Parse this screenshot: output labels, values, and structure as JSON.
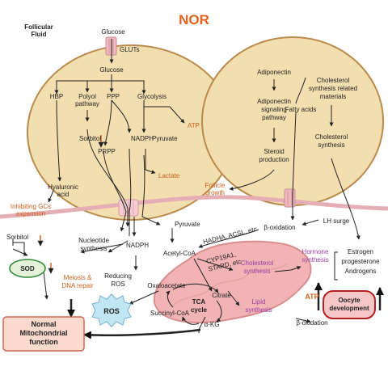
{
  "title": "NOR",
  "colors": {
    "title": "#e2621b",
    "cell_fill": "#f3deb0",
    "cell_stroke": "#b98a4c",
    "membrane": "#e5aeb4",
    "mito_fill": "#f1b3b3",
    "mito_stroke": "#d98d8d",
    "orange_text": "#cc5f1a",
    "purple_text": "#9a3fa8",
    "green": "#2f8a3a",
    "sod_fill": "#e3f2d8",
    "ros_fill": "#c3e6f4",
    "box_fill": "#fbd9cd",
    "box_stroke": "#d3694e",
    "oocyte_fill": "#f7c6c6",
    "oocyte_stroke": "#b51f1f"
  },
  "labels": {
    "follicular_fluid": [
      "Follicular",
      "Fluid"
    ],
    "glucose_top": "Glucose",
    "gluts": "GLUTs",
    "glucose": "Glucose",
    "hbp": "HBP",
    "polyol": [
      "Polyol",
      "pathway"
    ],
    "ppp": "PPP",
    "glycolysis": "Glycolysis",
    "atp_top": "ATP",
    "sorbitol_in": "Sorbitol",
    "prpp": "PRPP",
    "nadph_in": "NADPH",
    "pyruvate_in": "Pyruvate",
    "lactate": "Lactate",
    "hyaluronic": [
      "Hyaluronic",
      "acid"
    ],
    "inhibiting": [
      "Inhibiting GCs",
      "expansion"
    ],
    "adiponectin": "Adiponectin",
    "adipo_path": [
      "Adiponectin",
      "signaling",
      "pathway"
    ],
    "steroid": [
      "Steroid",
      "production"
    ],
    "cholesterol_related": [
      "Cholesterol",
      "synthesis related",
      "materials"
    ],
    "fatty_acids": "Fatty acids",
    "chol_synth_right": [
      "Cholesterol",
      "synthesis"
    ],
    "follicle_growth": [
      "Follicle",
      "growth"
    ],
    "lh_surge": "LH surge",
    "beta_ox_top": "β-oxidation",
    "pyruvate_out": "Pyruvate",
    "hadha": "HADHA, ACSL, etc",
    "acetyl_coa": "Acetyl-CoA",
    "cyp": [
      "CYP19A1,",
      "STARD, etc"
    ],
    "chol_synth_mito": [
      "Cholesterol",
      "synthesis"
    ],
    "hormone_synth": [
      "Hormone",
      "synthesis"
    ],
    "hormones": [
      "Estrogen",
      "progesterone",
      "Androgens"
    ],
    "sorbitol_out": "Sorbitol",
    "nucleotide": [
      "Nucleotide",
      "synthesis"
    ],
    "nadph_out": "NADPH",
    "reducing_ros": [
      "Reducing",
      "ROS"
    ],
    "sod": "SOD",
    "meiosis": [
      "Meiosis &",
      "DNA repair"
    ],
    "oxaloacetate": "Oxaloacetate",
    "citrate": "Citrate",
    "tca": [
      "TCA",
      "cycle"
    ],
    "succinyl": "Succinyl-CoA",
    "akg": "α-KG",
    "lipid_synth": [
      "Lipid",
      "synthesis"
    ],
    "atp_bottom": "ATP",
    "oocyte": [
      "Oocyte",
      "development"
    ],
    "beta_ox_bottom": "β-oxidation",
    "ros": "ROS",
    "normal_mito": [
      "Normal",
      "Mitochondrial",
      "function"
    ]
  }
}
